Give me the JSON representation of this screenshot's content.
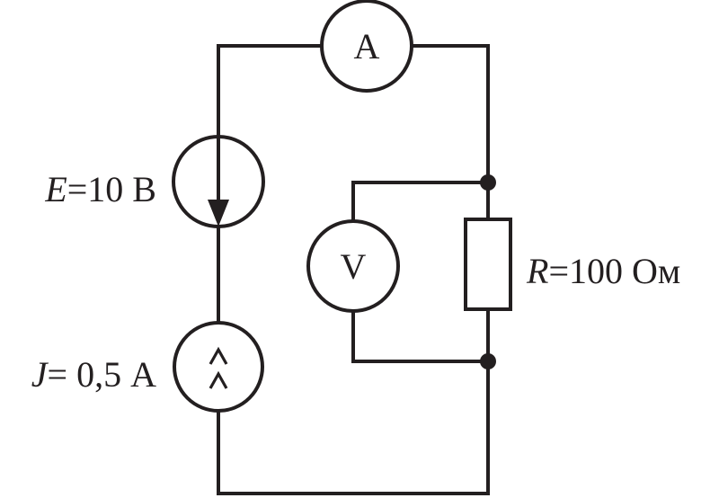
{
  "meters": {
    "ammeter_symbol": "A",
    "voltmeter_symbol": "V"
  },
  "labels": {
    "emf": {
      "symbol": "E",
      "value": "=10 В"
    },
    "current_source": {
      "symbol": "J",
      "value": "= 0,5 А"
    },
    "resistor": {
      "symbol": "R",
      "value": "=100 Ом"
    }
  },
  "colors": {
    "ink": "#231f20",
    "background": "#ffffff"
  }
}
